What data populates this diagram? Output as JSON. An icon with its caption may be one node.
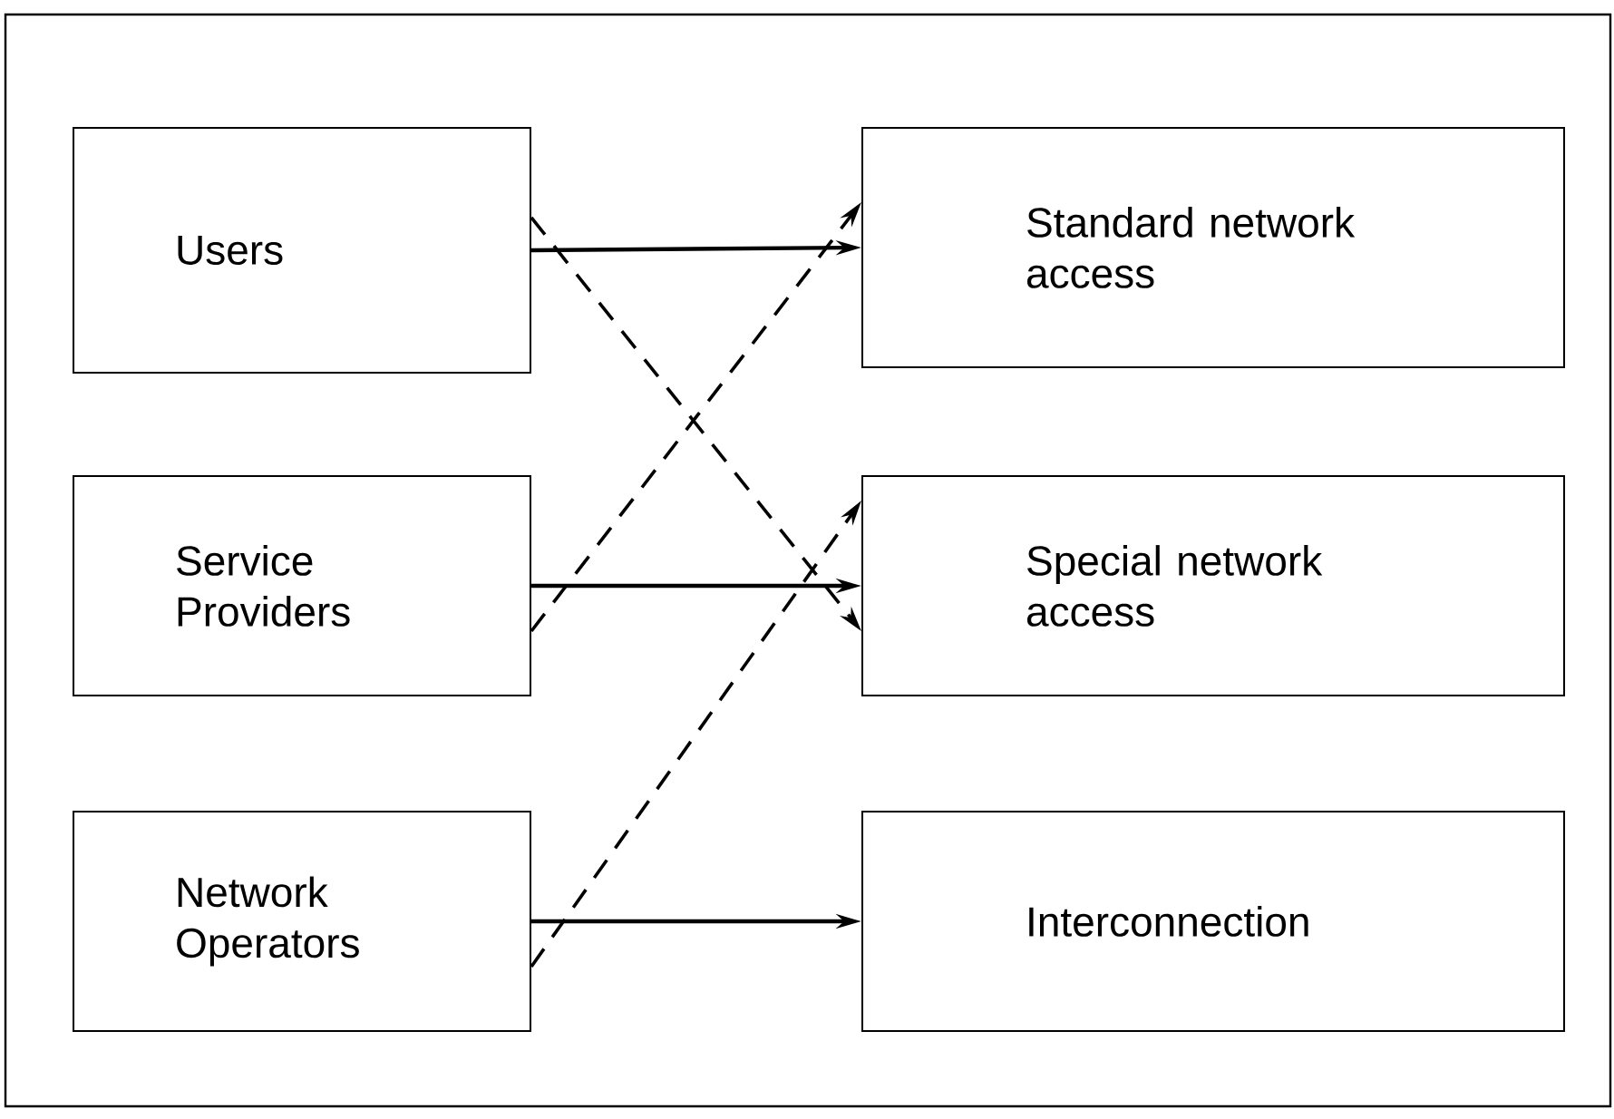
{
  "diagram": {
    "nodes": [
      {
        "text": [
          "Users"
        ]
      },
      {
        "text": [
          "Standard network access"
        ]
      },
      {
        "text": [
          "Service Providers"
        ]
      },
      {
        "text": [
          "Special network access"
        ]
      },
      {
        "text": [
          "Network Operators"
        ]
      },
      {
        "text": [
          "Interconnection"
        ]
      }
    ],
    "edges": [
      {
        "from": 0,
        "to": 1,
        "arrow": "to"
      },
      {
        "from": 0,
        "to": 3,
        "arrow": "to",
        "style": "dashed"
      },
      {
        "from": 2,
        "to": 1,
        "arrow": "to",
        "style": "dashed"
      },
      {
        "from": 2,
        "to": 3,
        "arrow": "to"
      },
      {
        "from": 4,
        "to": 3,
        "arrow": "to",
        "style": "dashed"
      },
      {
        "from": 4,
        "to": 5,
        "arrow": "to"
      }
    ]
  }
}
